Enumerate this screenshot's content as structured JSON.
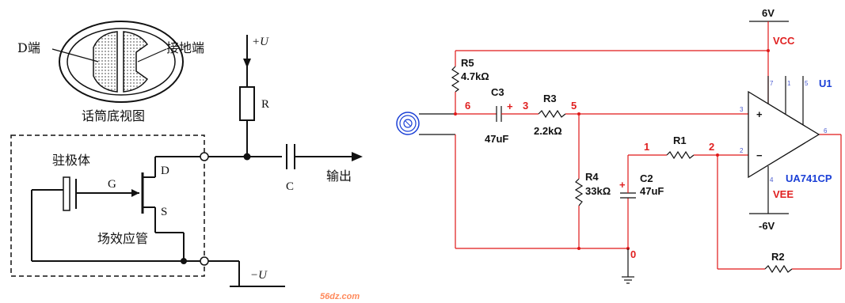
{
  "left_diagram": {
    "d_terminal": "D端",
    "ground_terminal": "接地端",
    "bottom_view": "话筒底视图",
    "electret": "驻极体",
    "fet": "场效应管",
    "pin_g": "G",
    "pin_d": "D",
    "pin_s": "S",
    "pos_supply": "+U",
    "neg_supply": "−U",
    "resistor": "R",
    "capacitor": "C",
    "output": "输出",
    "watermark": "56dz.com"
  },
  "right_diagram": {
    "vcc_voltage": "6V",
    "vcc": "VCC",
    "vee_voltage": "-6V",
    "vee": "VEE",
    "u1": "U1",
    "opamp_model": "UA741CP",
    "r5_name": "R5",
    "r5_value": "4.7kΩ",
    "c3_name": "C3",
    "c3_value": "47uF",
    "r3_name": "R3",
    "r3_value": "2.2kΩ",
    "r4_name": "R4",
    "r4_value": "33kΩ",
    "c2_name": "C2",
    "c2_value": "47uF",
    "r1_name": "R1",
    "r2_name": "R2",
    "node_6": "6",
    "node_3": "3",
    "node_5": "5",
    "node_1": "1",
    "node_2": "2",
    "node_0": "0",
    "pin_7": "7",
    "pin_1": "1",
    "pin_5": "5",
    "pin_3": "3",
    "pin_2": "2",
    "pin_6": "6",
    "pin_4": "4",
    "plus": "+",
    "minus": "−",
    "polarity_plus": "+"
  },
  "colors": {
    "wire_black": "#111111",
    "wire_red": "#e01818",
    "label_red": "#e02020",
    "label_blue": "#1a3fd6",
    "pin_number": "#4a5bd0",
    "watermark": "#ff8a5c"
  }
}
